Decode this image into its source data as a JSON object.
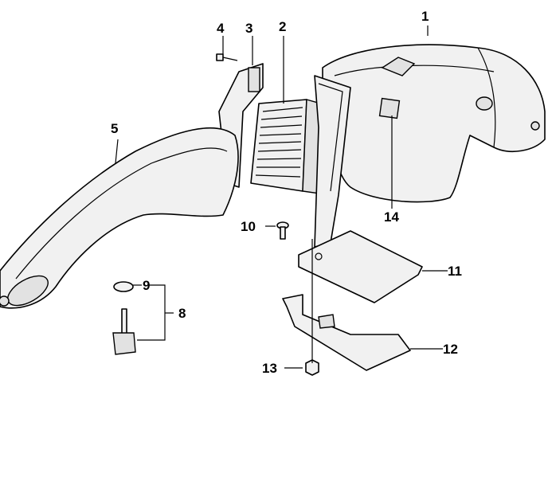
{
  "diagram": {
    "callouts": [
      {
        "id": "1",
        "label": "1"
      },
      {
        "id": "2",
        "label": "2"
      },
      {
        "id": "3",
        "label": "3"
      },
      {
        "id": "4",
        "label": "4"
      },
      {
        "id": "5",
        "label": "5"
      },
      {
        "id": "8",
        "label": "8"
      },
      {
        "id": "9",
        "label": "9"
      },
      {
        "id": "10",
        "label": "10"
      },
      {
        "id": "11",
        "label": "11"
      },
      {
        "id": "12",
        "label": "12"
      },
      {
        "id": "13",
        "label": "13"
      },
      {
        "id": "14",
        "label": "14"
      }
    ]
  }
}
